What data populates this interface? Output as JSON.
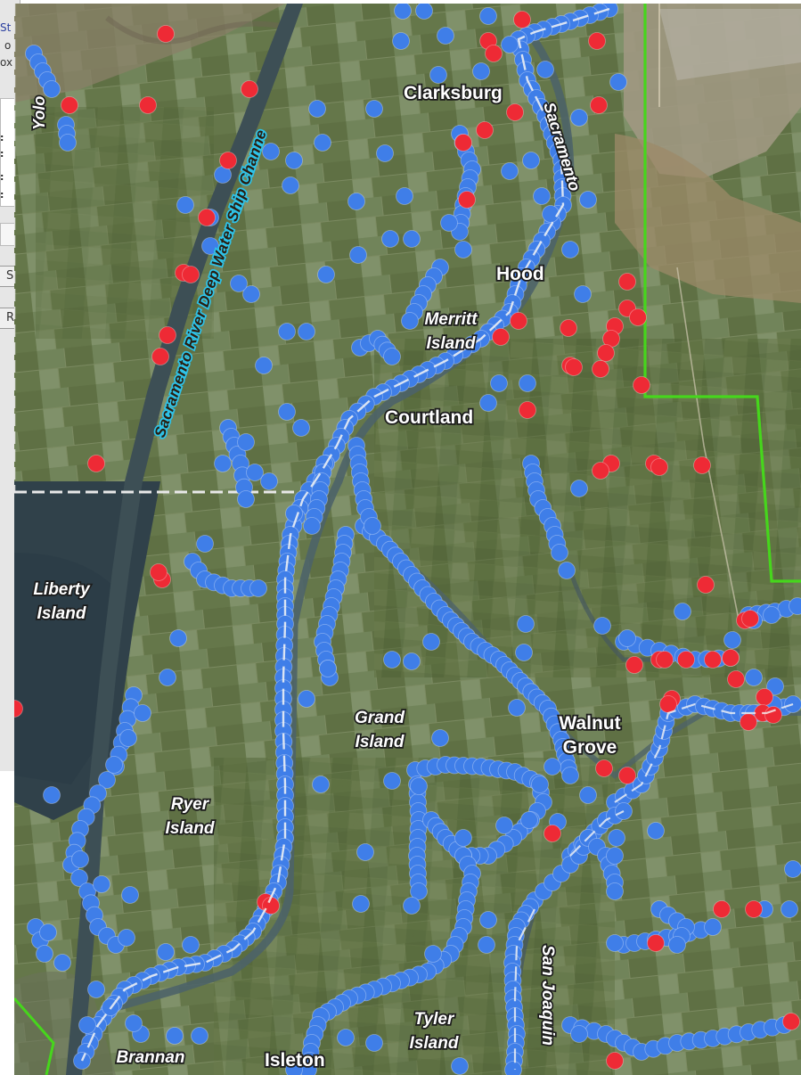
{
  "side_panel": {
    "link_fragment": "St",
    "text_fragments": [
      "o",
      "ox"
    ],
    "field_labels": [
      ":",
      ":",
      ":",
      ":"
    ],
    "buttons": [
      "S",
      "R"
    ]
  },
  "map": {
    "county_label": "Yolo",
    "channel_label": "Sacramento River Deep Water Ship Channe",
    "river_labels": [
      "Sacramento",
      "San Joaquin"
    ],
    "towns": [
      "Clarksburg",
      "Hood",
      "Courtland",
      "Walnut Grove",
      "Isleton"
    ],
    "islands": [
      "Merritt Island",
      "Liberty Island",
      "Grand Island",
      "Ryer Island",
      "Tyler Island",
      "Brannan Island"
    ],
    "marker_colors": {
      "blue": "#3f7ee8",
      "red": "#ee2a35"
    },
    "boundary_color": "#46d61c",
    "marker_count": 474
  }
}
